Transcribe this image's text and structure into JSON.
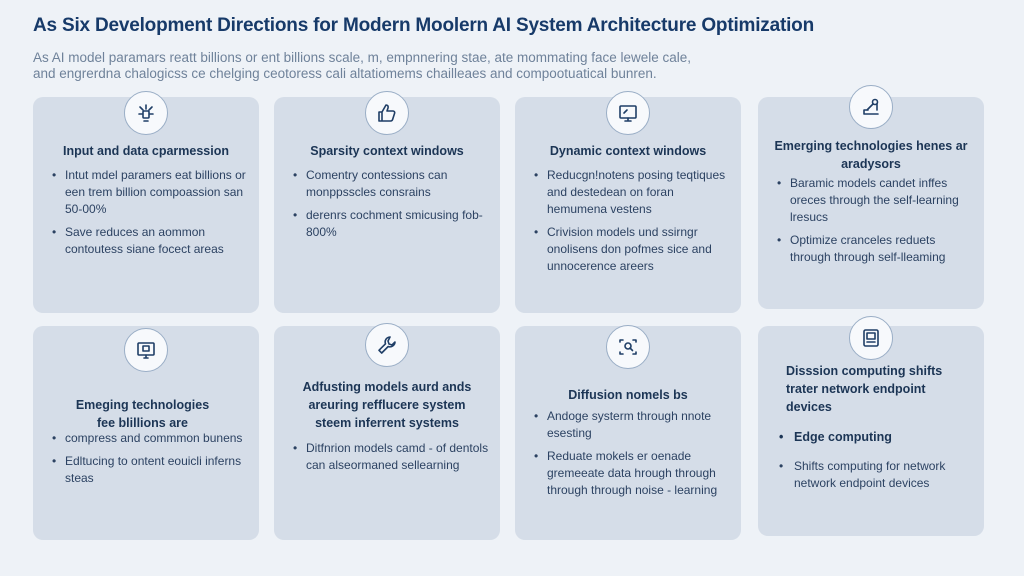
{
  "header": {
    "title": "As Six Development Directions for Modern Moolern AI System Architecture Optimization",
    "subtitle_line1": "As AI model paramars reatt billions or ent billions scale, m, empnnering stae, ate mommating face lewele cale,",
    "subtitle_line2": "and engrerdna chalogicss ce chelging ceotoress cali altatiomems chailleaes and compootuatical bunren."
  },
  "cards": [
    {
      "icon": "network-node-icon",
      "title": "Input and data cparmession",
      "bullets": [
        "Intut mdel paramers eat billions or een trem billion compoassion san 50-00%",
        "Save reduces an aommon contoutess siane focect areas"
      ]
    },
    {
      "icon": "thumbs-up-icon",
      "title": "Sparsity context windows",
      "bullets": [
        "Comentry contessions can monppsscles consrains",
        "derenrs cochment smicusing fob-800%"
      ]
    },
    {
      "icon": "monitor-icon",
      "title": "Dynamic context windows",
      "bullets": [
        "Reducgn!notens posing teqtiques and destedean on foran hemumena vestens",
        "Crivision models und ssirngr onolisens don pofmes sice and unnocerence areers"
      ]
    },
    {
      "icon": "drafting-tool-icon",
      "title": "Emerging technologies henes ar aradysors",
      "bullets": [
        "Baramic models candet inffes oreces through the self-learning lresucs",
        "Optimize cranceles reduets through through self-lleaming"
      ]
    },
    {
      "icon": "computer-chip-icon",
      "title": "Emeging technologies fee blillions are",
      "bullets": [
        "compress and commmon bunens",
        "Edltucing to ontent eouicli inferns steas"
      ]
    },
    {
      "icon": "wrench-icon",
      "title": "Adfusting models aurd ands areuring refflucere system steem inferrent systems",
      "bullets": [
        "Ditfnrion models camd - of dentols can alseormaned sellearning"
      ]
    },
    {
      "icon": "search-frame-icon",
      "title": "Diffusion nomels bs",
      "bullets": [
        "Andoge systerm through nnote esesting",
        "Reduate mokels er oenade gremeeate data hrough through through through noise - learning"
      ]
    },
    {
      "icon": "edge-device-icon",
      "title": "Disssion computing shifts trater network endpoint devices",
      "edge_label": "Edge computing",
      "edge_text": "Shifts computing for network network endpoint devices"
    }
  ]
}
